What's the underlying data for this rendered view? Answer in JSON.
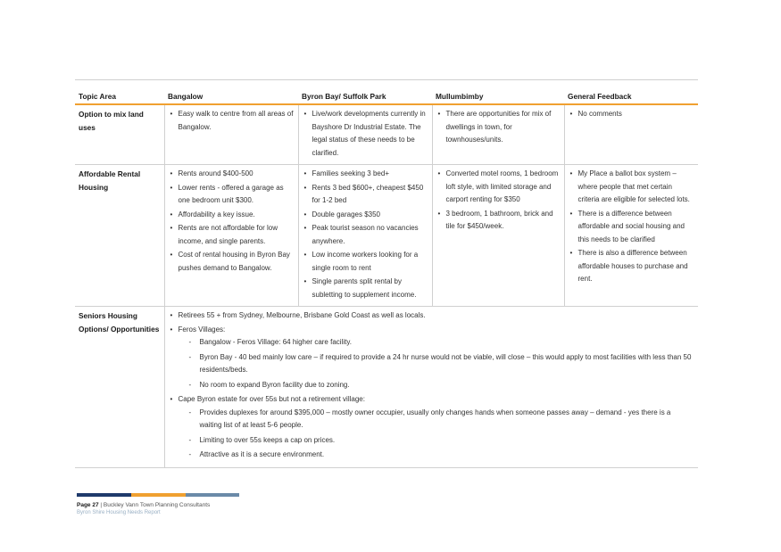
{
  "colors": {
    "accent": "#f0a030",
    "navy": "#1f3a6b",
    "steel": "#6a8aa8",
    "grid": "#d0d0d0"
  },
  "table": {
    "headers": [
      "Topic Area",
      "Bangalow",
      "Byron Bay/ Suffolk Park",
      "Mullumbimby",
      "General Feedback"
    ],
    "rows": [
      {
        "topic": "Option to mix land uses",
        "bangalow": [
          "Easy walk to centre from all areas of Bangalow."
        ],
        "byron": [
          "Live/work developments currently in Bayshore Dr Industrial Estate. The legal status of these needs to be clarified."
        ],
        "mullum": [
          "There are opportunities for mix of dwellings in town, for townhouses/units."
        ],
        "general": [
          "No comments"
        ]
      },
      {
        "topic": "Affordable Rental Housing",
        "bangalow": [
          "Rents around $400-500",
          "Lower rents - offered a garage as one bedroom unit $300.",
          "Affordability a key issue.",
          "Rents are not affordable for low income, and single parents.",
          "Cost of rental housing in Byron Bay pushes demand to Bangalow."
        ],
        "byron": [
          "Families seeking 3 bed+",
          "Rents 3 bed $600+, cheapest $450 for 1-2 bed",
          "Double garages $350",
          "Peak tourist season no vacancies anywhere.",
          "Low income workers looking for a single room to rent",
          "Single parents split rental by subletting to supplement income."
        ],
        "mullum": [
          "Converted motel rooms, 1 bedroom loft style, with limited storage and carport renting for $350",
          "3 bedroom, 1 bathroom, brick and tile for $450/week."
        ],
        "general": [
          "My Place a ballot box system – where people that met certain criteria are eligible for selected lots.",
          "There is a difference between affordable and social housing and this needs to be clarified",
          "There is also a difference between affordable houses to purchase and rent."
        ]
      }
    ],
    "seniors": {
      "topic": "Seniors Housing Options/ Opportunities",
      "b1": "Retirees 55 + from Sydney, Melbourne, Brisbane Gold Coast as well as locals.",
      "b2": "Feros Villages:",
      "b2_sub": [
        "Bangalow - Feros Village: 64 higher care facility.",
        "Byron Bay - 40 bed mainly low care – if required to provide a 24 hr nurse would not be viable, will close – this would apply to most facilities with less than 50 residents/beds.",
        "No room to expand Byron facility due to zoning."
      ],
      "b3": "Cape Byron estate for over 55s but not a retirement village:",
      "b3_sub": [
        "Provides duplexes for around $395,000 – mostly owner occupier, usually only changes hands when someone passes away – demand - yes there is a waiting list of at least 5-6 people.",
        "Limiting to over 55s keeps a cap on prices.",
        "Attractive as it is a secure environment."
      ]
    }
  },
  "footer": {
    "page": "Page 27",
    "consultant": "| Buckley Vann Town Planning Consultants",
    "report": "Byron Shire Housing Needs Report"
  }
}
